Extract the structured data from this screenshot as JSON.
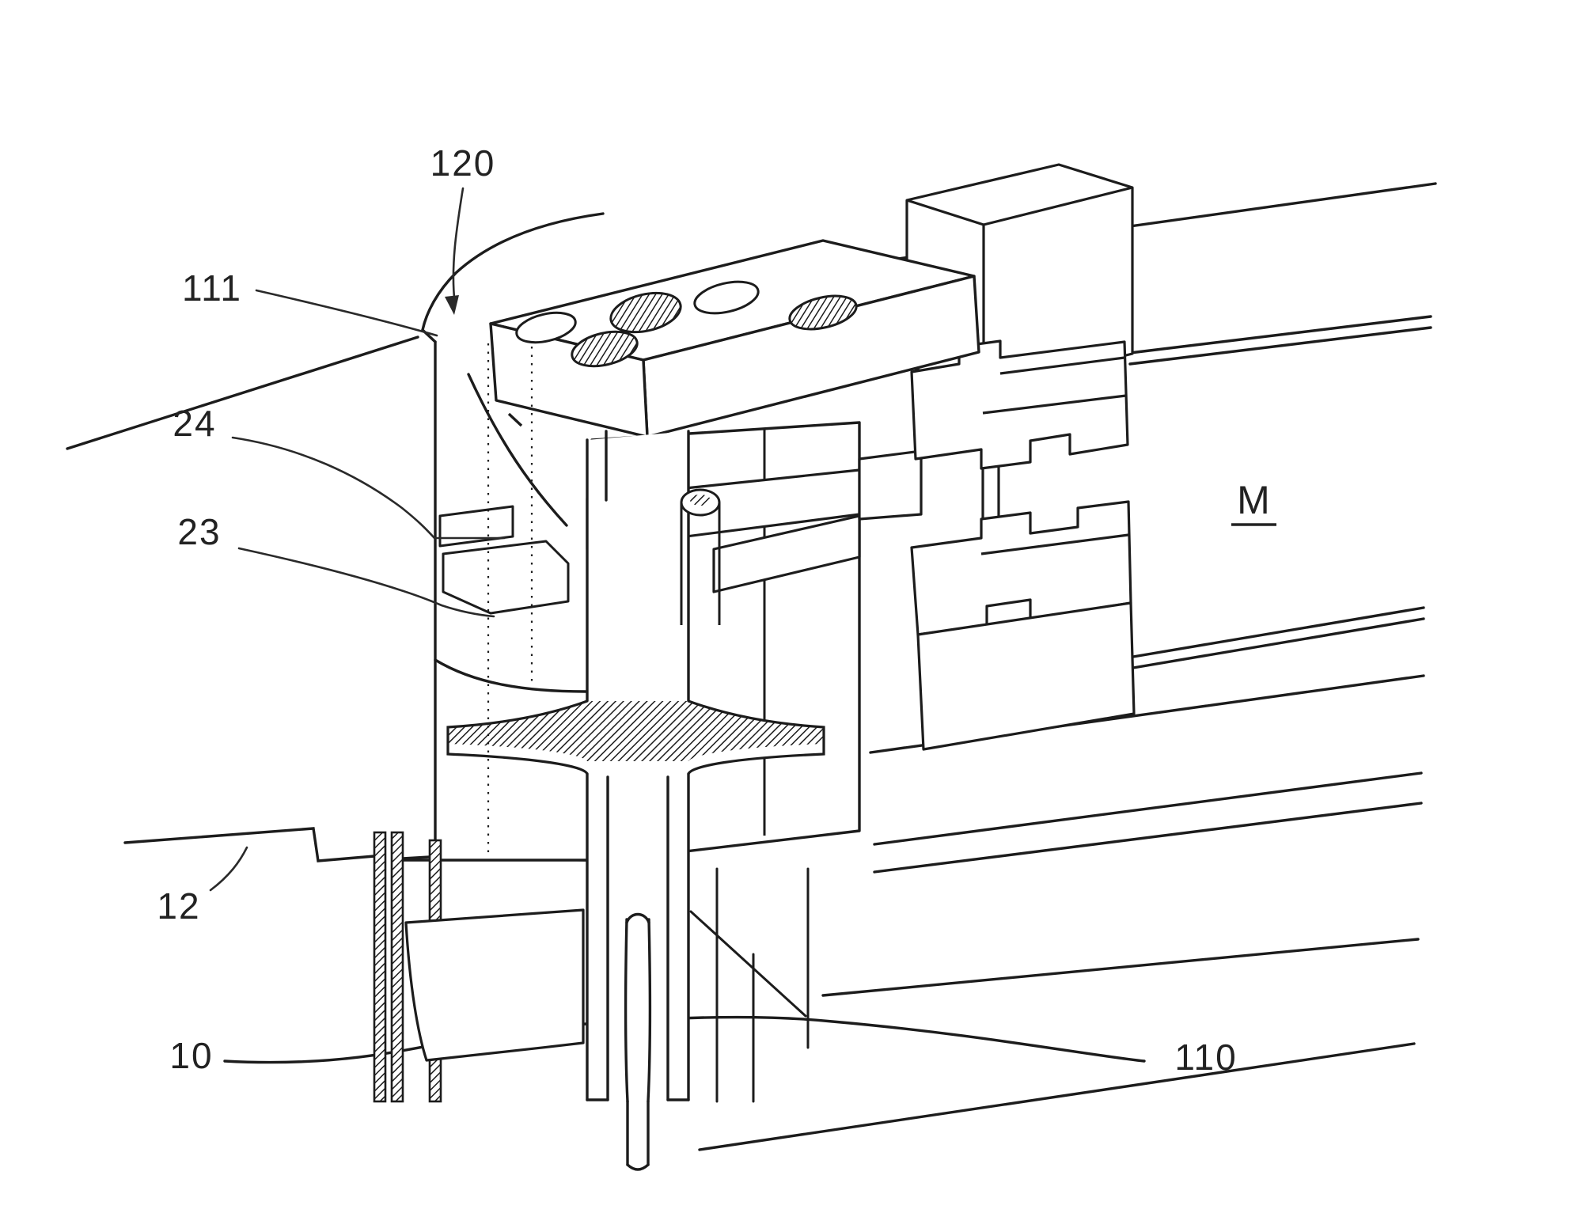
{
  "figure": {
    "kind": "patent-line-drawing",
    "description": "Isometric mechanical assembly mounted at machine bed corner",
    "colors": {
      "ink": "#1c1c1c",
      "background": "#ffffff"
    },
    "reference_labels": [
      {
        "id": "120",
        "text": "120"
      },
      {
        "id": "111",
        "text": "111"
      },
      {
        "id": "24",
        "text": "24"
      },
      {
        "id": "23",
        "text": "23"
      },
      {
        "id": "12",
        "text": "12"
      },
      {
        "id": "10",
        "text": "10"
      },
      {
        "id": "110",
        "text": "110"
      },
      {
        "id": "M",
        "text": "M"
      }
    ]
  }
}
